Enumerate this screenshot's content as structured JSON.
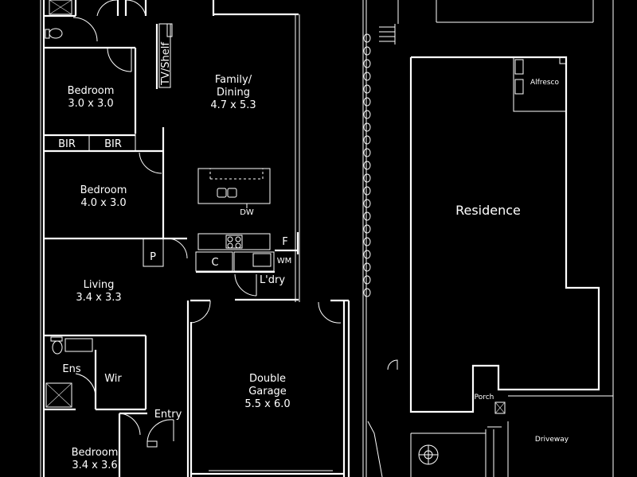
{
  "rooms": {
    "family_dining": {
      "name_line1": "Family/",
      "name_line2": "Dining",
      "size": "4.7 x 5.3"
    },
    "bedroom_upper": {
      "name": "Bedroom",
      "size": "3.0 x 3.0"
    },
    "bedroom_middle": {
      "name": "Bedroom",
      "size": "4.0 x 3.0"
    },
    "living": {
      "name": "Living",
      "size": "3.4 x 3.3"
    },
    "garage": {
      "name_line1": "Double",
      "name_line2": "Garage",
      "size": "5.5 x 6.0"
    },
    "bedroom_lower": {
      "name": "Bedroom",
      "size": "3.4 x 3.6"
    },
    "residence": {
      "name": "Residence"
    }
  },
  "labels": {
    "tv_shelf": "TV/Shelf",
    "bir_1": "BIR",
    "bir_2": "BIR",
    "dw": "DW",
    "pantry": "P",
    "fridge": "F",
    "cupboard": "C",
    "wm": "WM",
    "laundry": "L'dry",
    "ensuite": "Ens",
    "wir": "Wir",
    "entry": "Entry",
    "alfresco": "Alfresco",
    "porch": "Porch",
    "driveway": "Driveway"
  },
  "colors": {
    "background": "#000000",
    "lines": "#ffffff"
  }
}
